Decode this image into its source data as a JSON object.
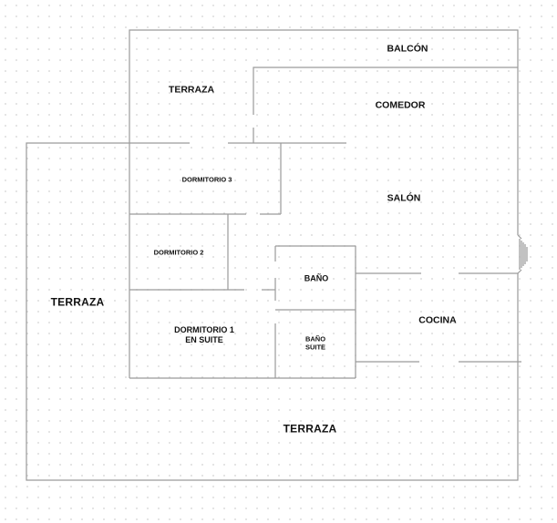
{
  "rooms": {
    "balcon": "BALCÓN",
    "terraza_top": "TERRAZA",
    "comedor": "COMEDOR",
    "dormitorio3": "DORMITORIO 3",
    "salon": "SALÓN",
    "dormitorio2": "DORMITORIO 2",
    "terraza_left": "TERRAZA",
    "bano": "BAÑO",
    "dormitorio1_line1": "DORMITORIO 1",
    "dormitorio1_line2": "EN SUITE",
    "bano_suite_line1": "BAÑO",
    "bano_suite_line2": "SUITE",
    "cocina": "COCINA",
    "terraza_bottom": "TERRAZA"
  },
  "colors": {
    "wall": "#9a9a9a",
    "label": "#111111",
    "background": "#ffffff",
    "dots": "#dcdcdc"
  }
}
